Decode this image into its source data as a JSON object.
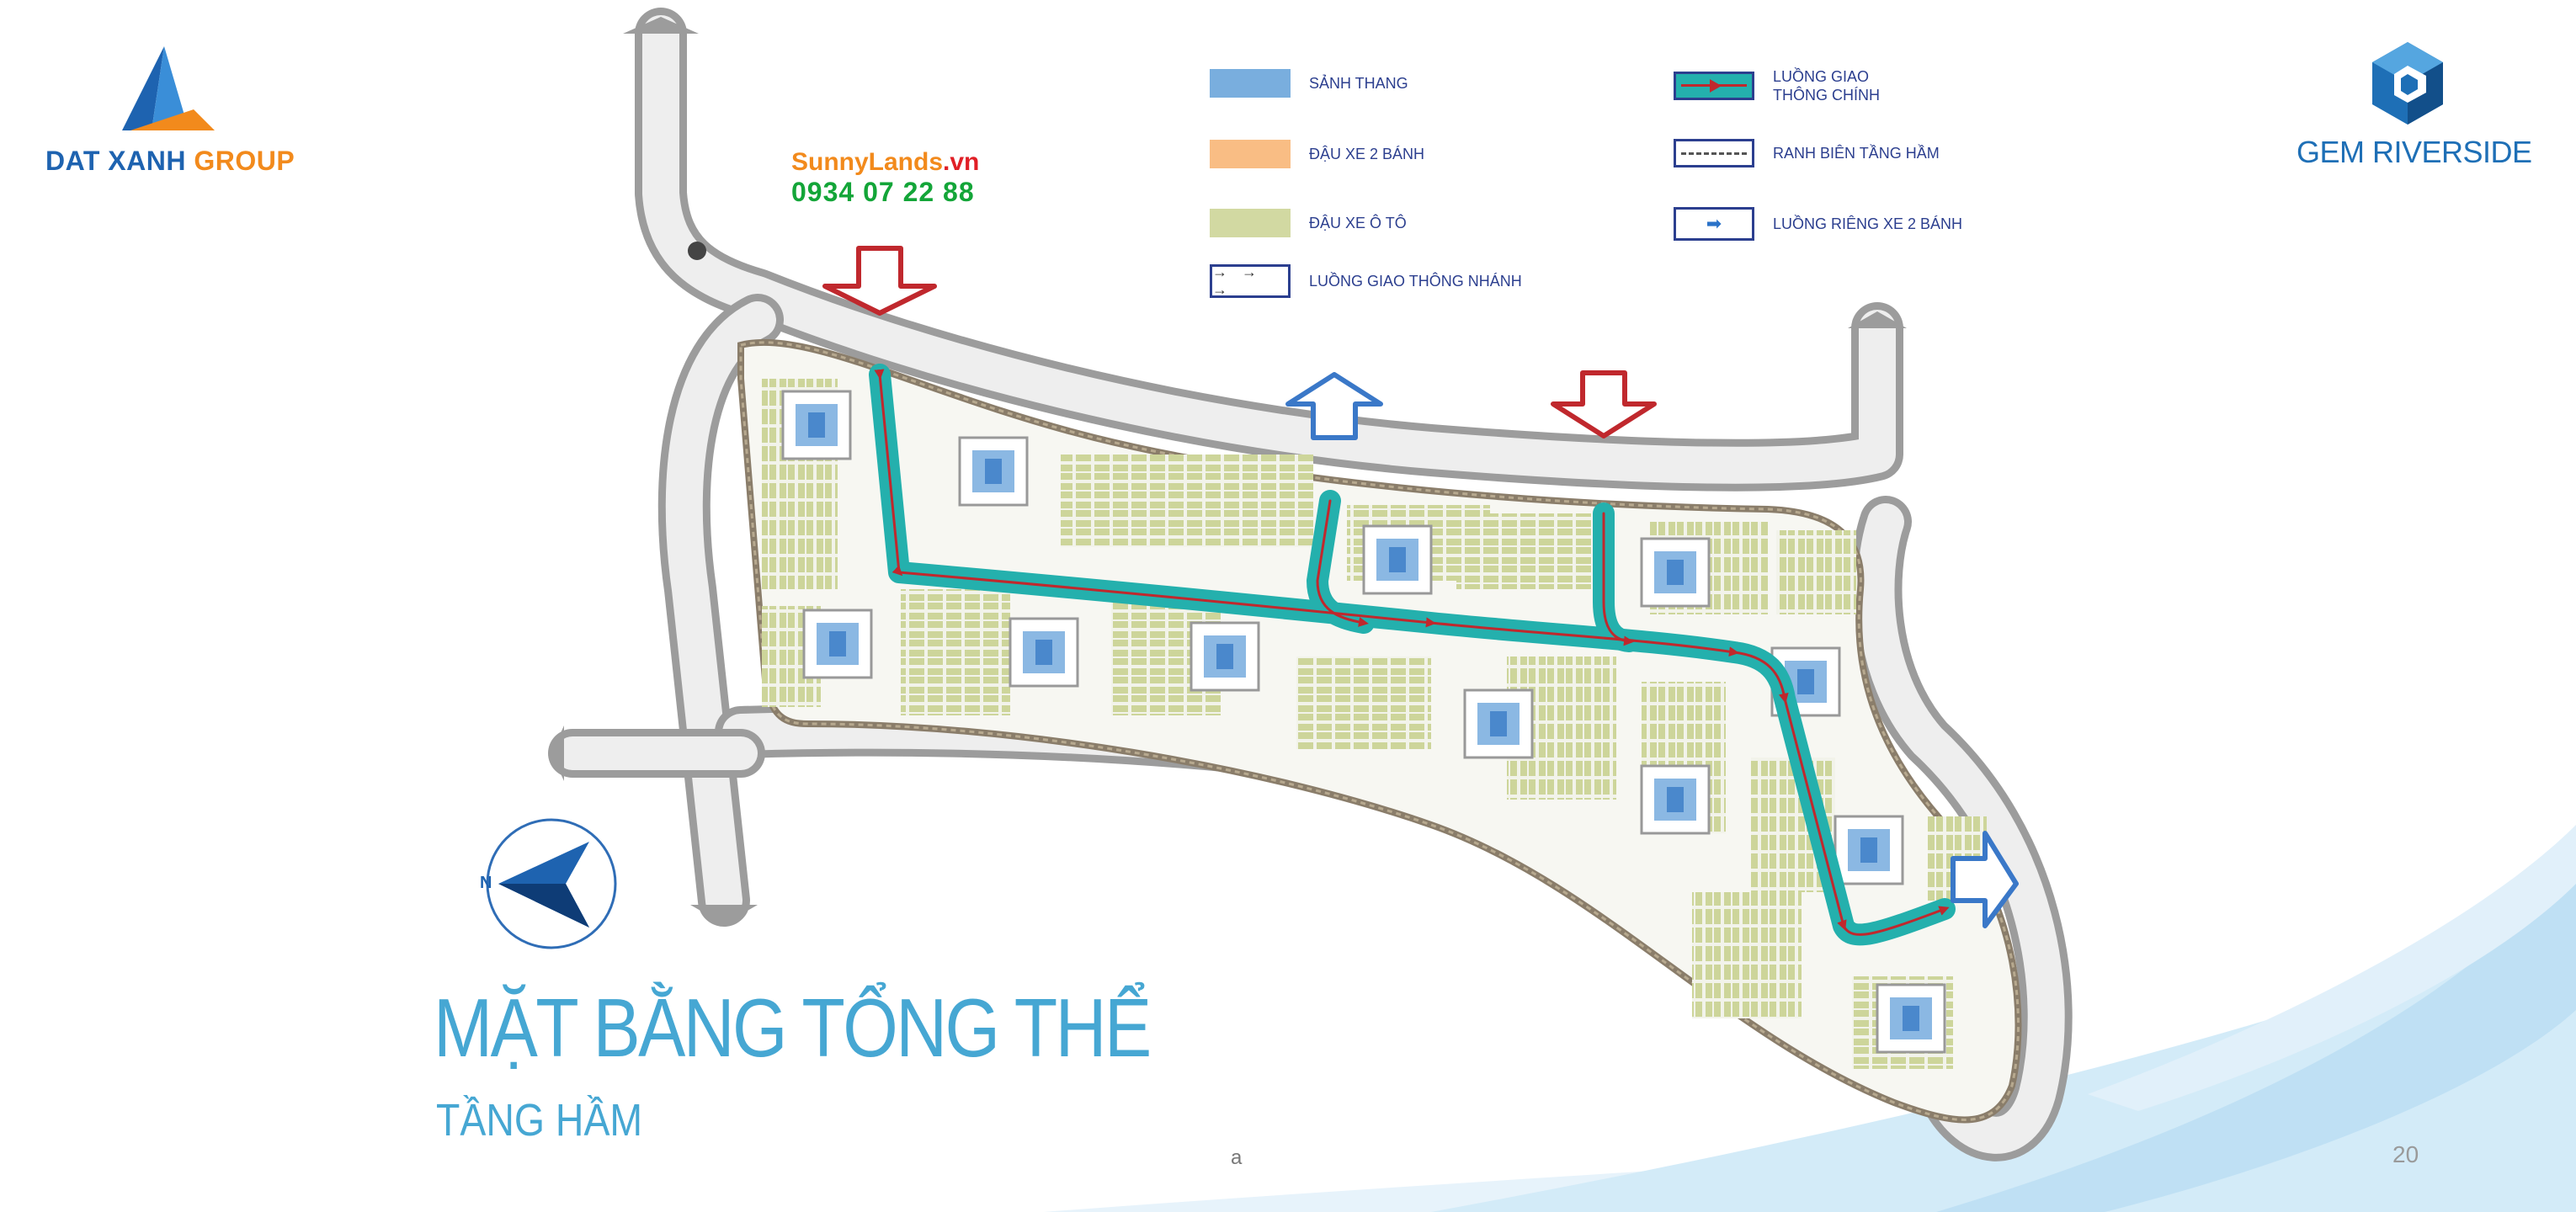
{
  "logos": {
    "left": {
      "text_part1": "DAT XANH",
      "text_part2": "GROUP",
      "color_primary": "#1e63b0",
      "color_accent": "#f28a1c"
    },
    "right": {
      "text": "GEM RIVERSIDE",
      "color": "#1e6fb6"
    }
  },
  "contact": {
    "site_part1": "SunnyLands",
    "site_part2": ".vn",
    "phone": "0934 07 22 88"
  },
  "legend": {
    "elevator_lobby": "SẢNH THANG",
    "bike_parking": "ĐẬU  XE 2 BÁNH",
    "car_parking": "ĐẬU XE Ô TÔ",
    "branch_traffic": "LUỒNG GIAO THÔNG NHÁNH",
    "main_traffic": "LUỒNG GIAO THÔNG CHÍNH",
    "basement_boundary": "RANH BIÊN TẦNG HẦM",
    "bike_lane": "LUỒNG RIÊNG XE 2 BÁNH",
    "branch_glyph": "→ → →",
    "bike_glyph": "➡"
  },
  "compass": {
    "label": "N"
  },
  "title": {
    "main": "MẶT BẰNG TỔNG THỂ",
    "sub": "TẦNG HẦM"
  },
  "footer": {
    "page_number": "20",
    "small_mark": "a"
  },
  "colors": {
    "traffic_main": "#24b0ad",
    "traffic_arrow": "#c0282d",
    "entry_arrow": "#c0282d",
    "exit_arrow": "#3a78c8",
    "title": "#46a7d3",
    "road": "#9c9c9c"
  }
}
